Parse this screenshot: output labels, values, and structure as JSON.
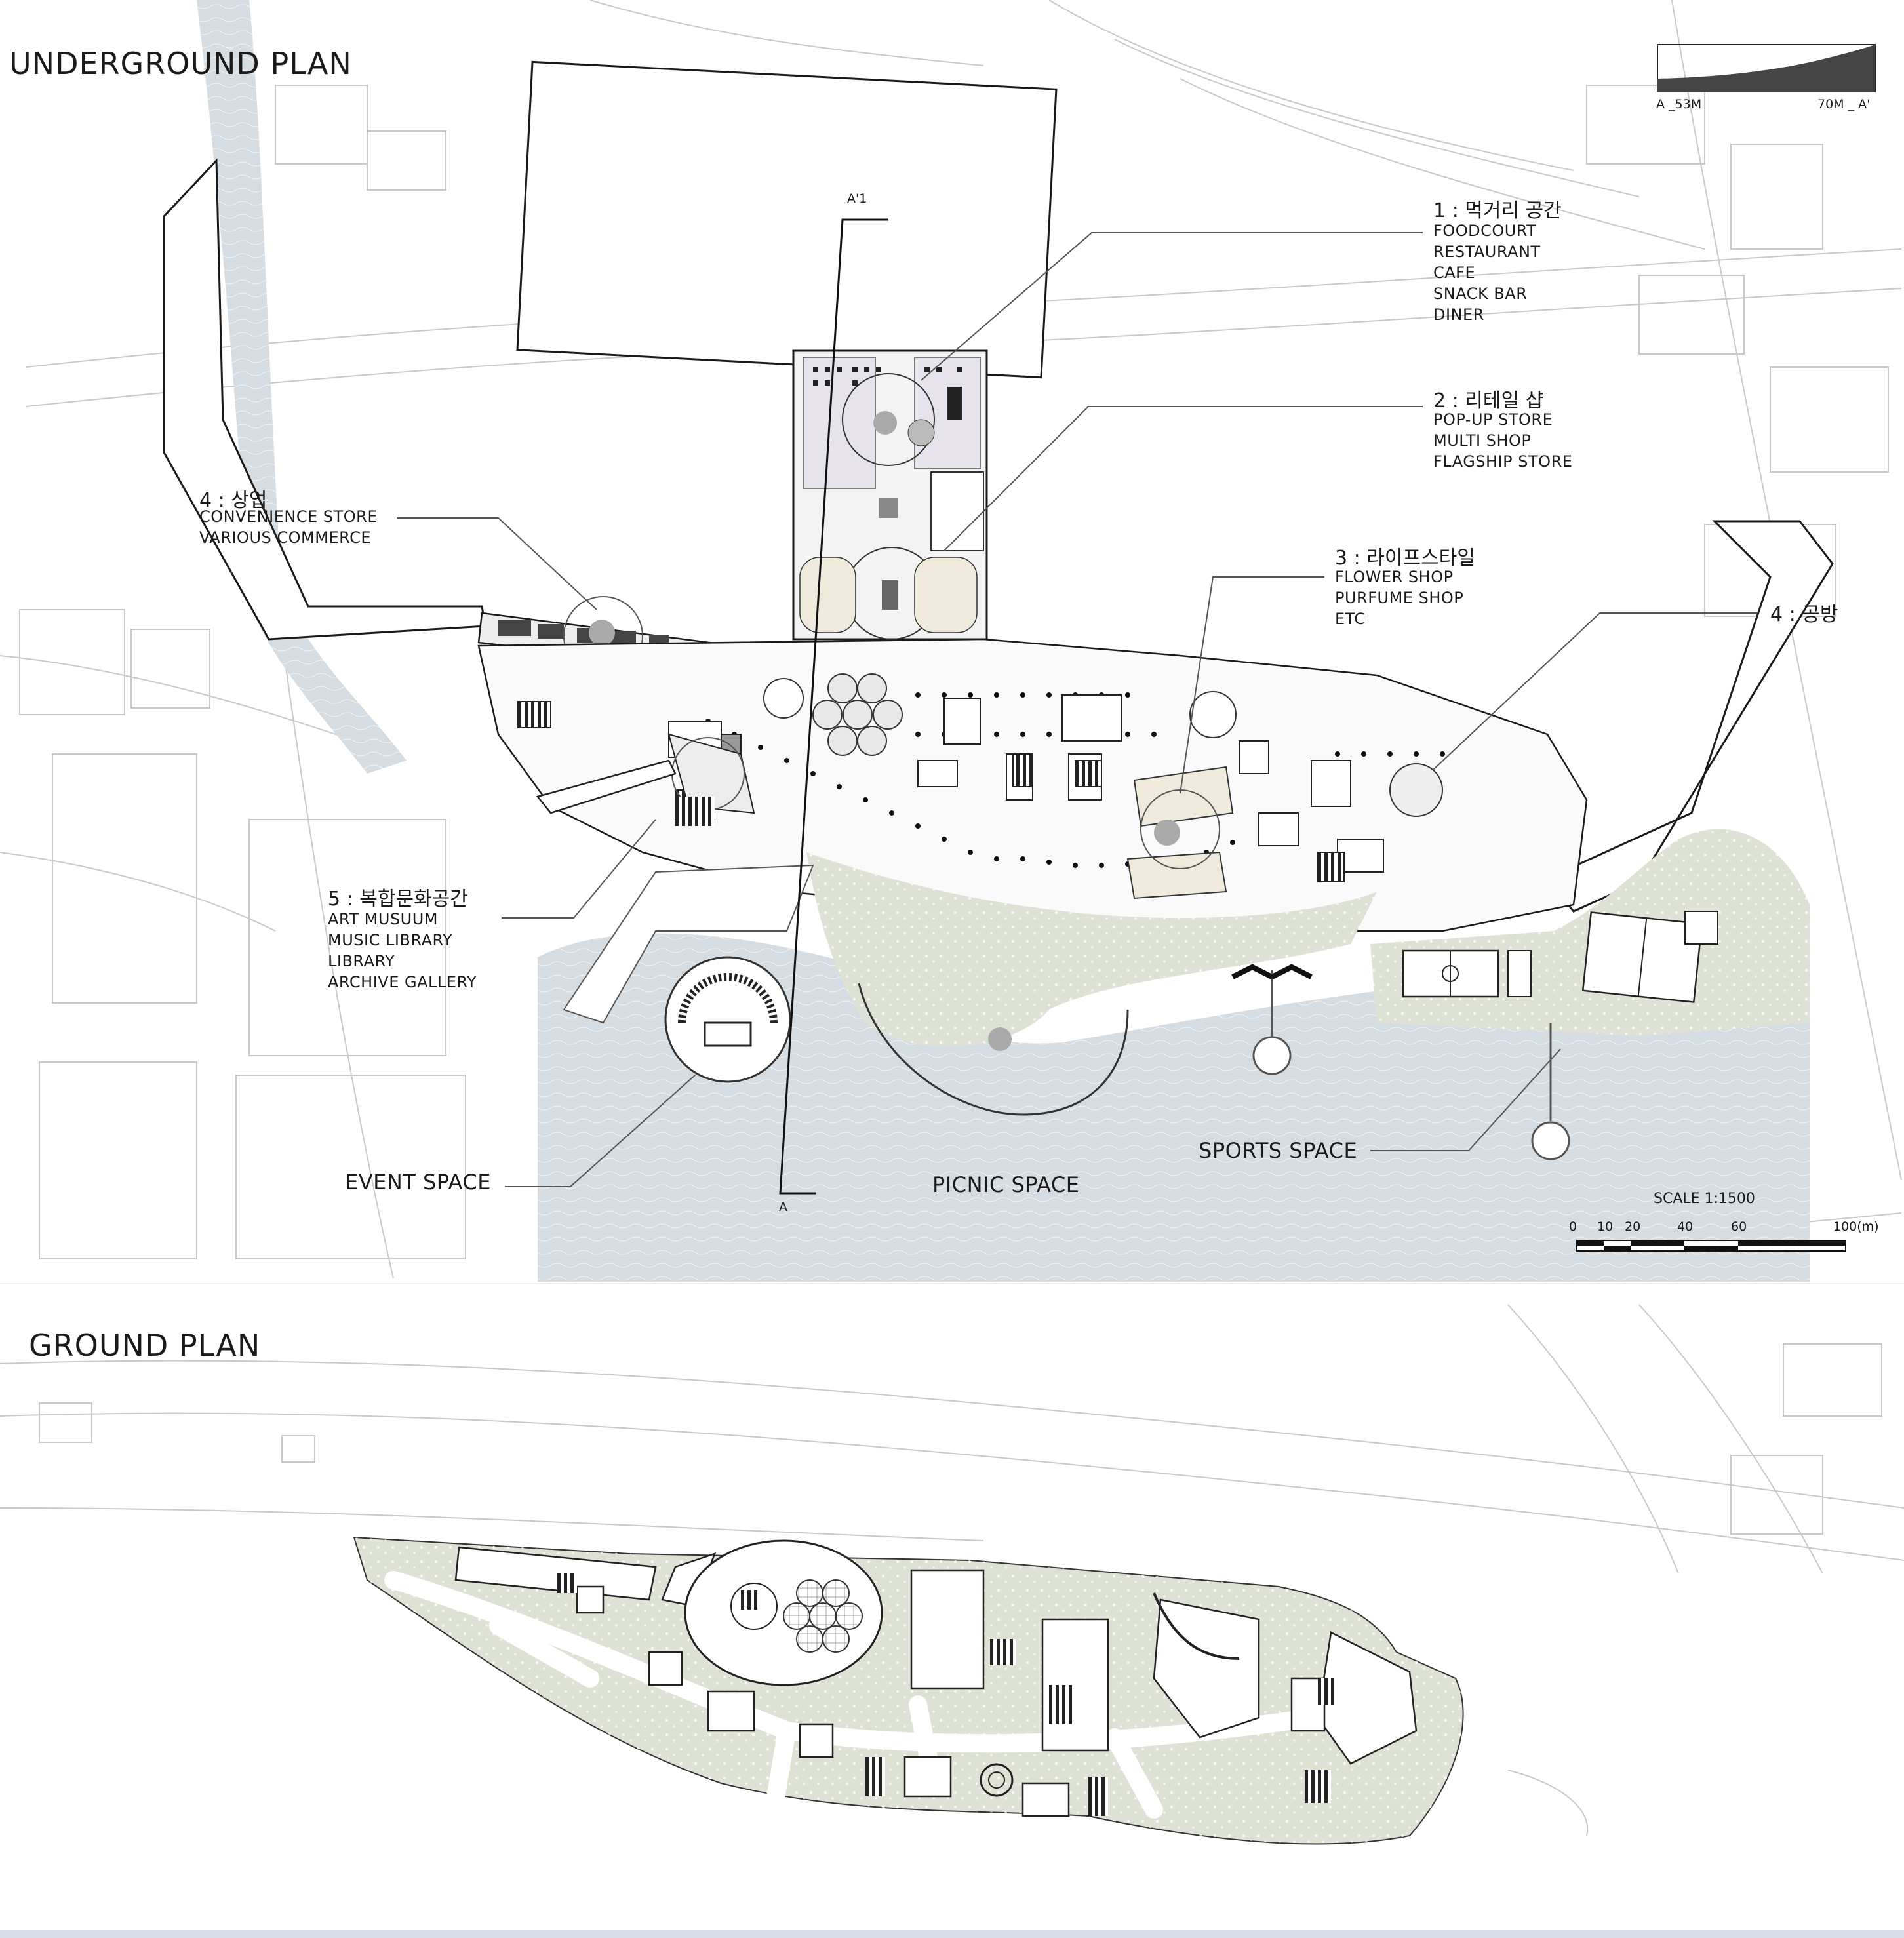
{
  "titles": {
    "underground": "UNDERGROUND PLAN",
    "ground": "GROUND PLAN"
  },
  "section_markers": {
    "a1": "A'1",
    "a": "A"
  },
  "elevation_legend": {
    "left": "A _53M",
    "right": "70M _ A'"
  },
  "programs": [
    {
      "heading": "1 : 먹거리 공간",
      "items": [
        "FOODCOURT",
        "RESTAURANT",
        "CAFE",
        "SNACK BAR",
        "DINER"
      ]
    },
    {
      "heading": "2 : 리테일 샵",
      "items": [
        "POP-UP STORE",
        "MULTI SHOP",
        "FLAGSHIP STORE"
      ]
    },
    {
      "heading": "3 : 라이프스타일",
      "items": [
        "FLOWER SHOP",
        "PURFUME SHOP",
        "ETC"
      ]
    },
    {
      "heading": "4 : 상업",
      "items": [
        "CONVENIENCE STORE",
        "VARIOUS COMMERCE"
      ]
    },
    {
      "heading": "4 : 공방",
      "items": []
    },
    {
      "heading": "5 : 복합문화공간",
      "items": [
        "ART MUSUUM",
        "MUSIC LIBRARY",
        "LIBRARY",
        "ARCHIVE GALLERY"
      ]
    }
  ],
  "spaces": {
    "event": "EVENT SPACE",
    "picnic": "PICNIC SPACE",
    "sports": "SPORTS SPACE"
  },
  "scale": {
    "label": "SCALE 1:1500",
    "ticks": [
      "0",
      "10",
      "20",
      "40",
      "60",
      "100(m)"
    ]
  },
  "colors": {
    "water": "#d5dde3",
    "green": "#dde2d5",
    "ink": "#1a1a1a",
    "retail_fill": "#e6e3ec",
    "food_fill": "#efeadc"
  }
}
